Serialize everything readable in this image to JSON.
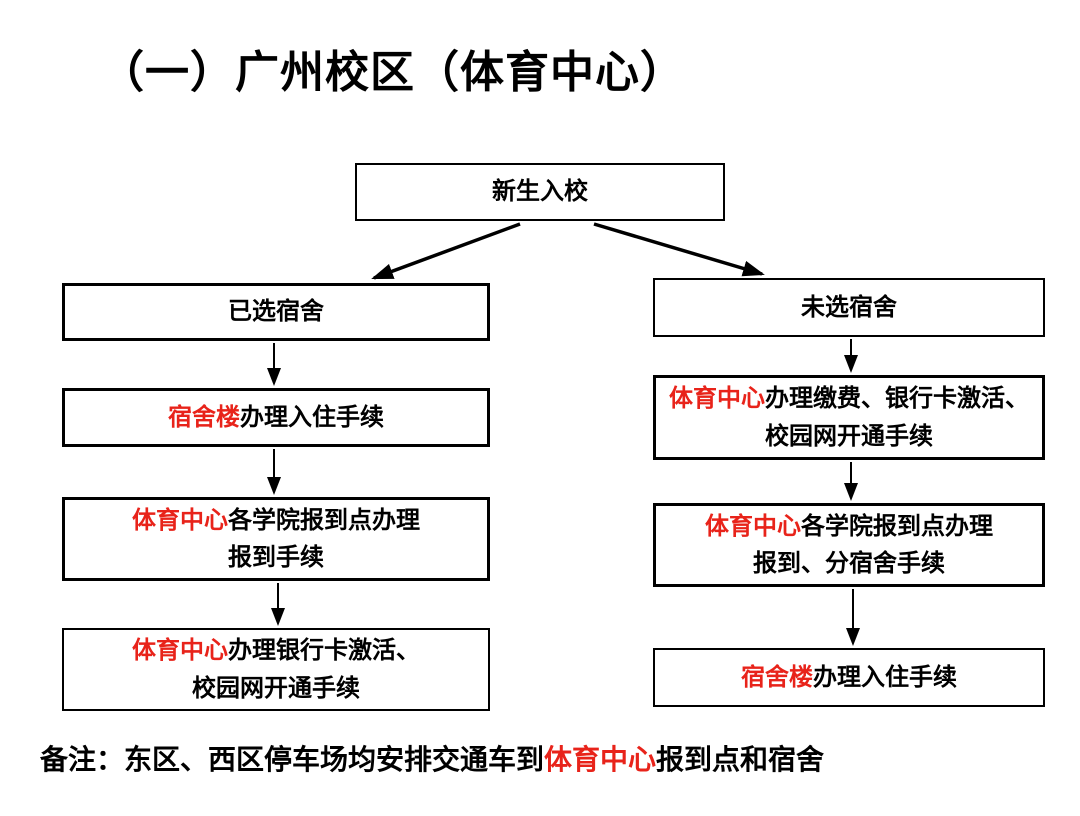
{
  "title": "（一）广州校区（体育中心）",
  "colors": {
    "accent_red": "#e8231a",
    "text_black": "#000000",
    "background": "#ffffff"
  },
  "flow": {
    "start_label": "新生入校",
    "left": [
      {
        "red": "",
        "line1": "已选宿舍",
        "line2": ""
      },
      {
        "red": "宿舍楼",
        "line1": "办理入住手续",
        "line2": ""
      },
      {
        "red": "体育中心",
        "line1": "各学院报到点办理",
        "line2": "报到手续"
      },
      {
        "red": "体育中心",
        "line1": "办理银行卡激活、",
        "line2": "校园网开通手续"
      }
    ],
    "right": [
      {
        "red": "",
        "line1": "未选宿舍",
        "line2": ""
      },
      {
        "red": "体育中心",
        "line1": "办理缴费、银行卡激活、",
        "line2": "校园网开通手续"
      },
      {
        "red": "体育中心",
        "line1": "各学院报到点办理",
        "line2": "报到、分宿舍手续"
      },
      {
        "red": "宿舍楼",
        "line1": "办理入住手续",
        "line2": ""
      }
    ]
  },
  "note": {
    "prefix": "备注：东区、西区停车场均安排交通车到",
    "highlight": "体育中心",
    "suffix": "报到点和宿舍"
  }
}
